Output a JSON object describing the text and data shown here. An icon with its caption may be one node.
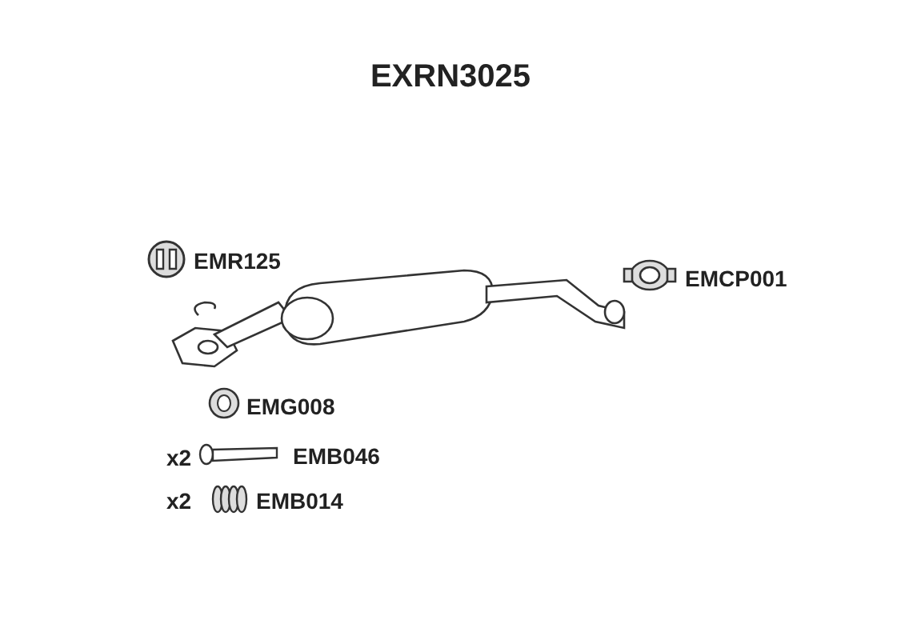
{
  "diagram": {
    "title": "EXRN3025",
    "labels": [
      "EMR125",
      "EMCP001",
      "EMG008",
      "x2",
      "EMB046",
      "x2",
      "EMB014"
    ]
  }
}
